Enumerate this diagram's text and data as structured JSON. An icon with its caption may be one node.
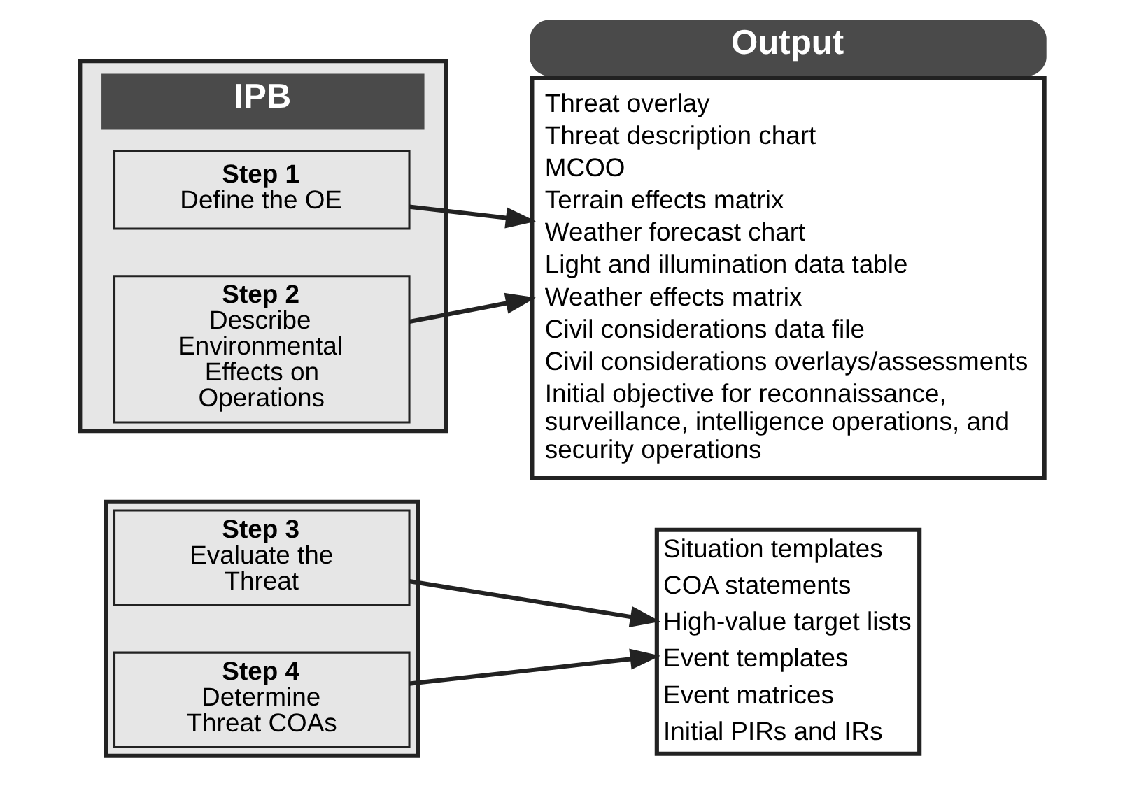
{
  "diagram": {
    "nodes": [
      {
        "text": [
          "IPB"
        ]
      },
      {
        "text": [
          "Step 1",
          "Define the OE"
        ],
        "in": 0
      },
      {
        "text": [
          "Step 2",
          "Describe Environmental Effects on Operations"
        ],
        "in": 0
      },
      {
        "text": [],
        "shape": "box"
      },
      {
        "text": [
          "Step 3",
          "Evaluate the Threat"
        ],
        "in": 3
      },
      {
        "text": [
          "Step 4",
          "Determine Threat COAs"
        ],
        "in": 3
      },
      {
        "text": [
          "Output",
          "Threat overlay",
          "Threat description chart",
          "MCOO",
          "Terrain effects matrix",
          "Weather forecast chart",
          "Light and illumination data table",
          "Weather effects matrix",
          "Civil considerations data file",
          "Civil considerations overlays/assessments",
          "Initial objective for reconnaissance, surveillance, intelligence operations, and security operations"
        ]
      },
      {
        "text": [
          "Situation templates",
          "COA statements",
          "High-value target lists",
          "Event templates",
          "Event matrices",
          "Initial PIRs and IRs"
        ]
      }
    ],
    "edges": [
      {
        "from": 1,
        "to": 6,
        "arrow": "to"
      },
      {
        "from": 2,
        "to": 6,
        "arrow": "to"
      },
      {
        "from": 4,
        "to": 7,
        "arrow": "to"
      },
      {
        "from": 5,
        "to": 7,
        "arrow": "to"
      }
    ]
  }
}
